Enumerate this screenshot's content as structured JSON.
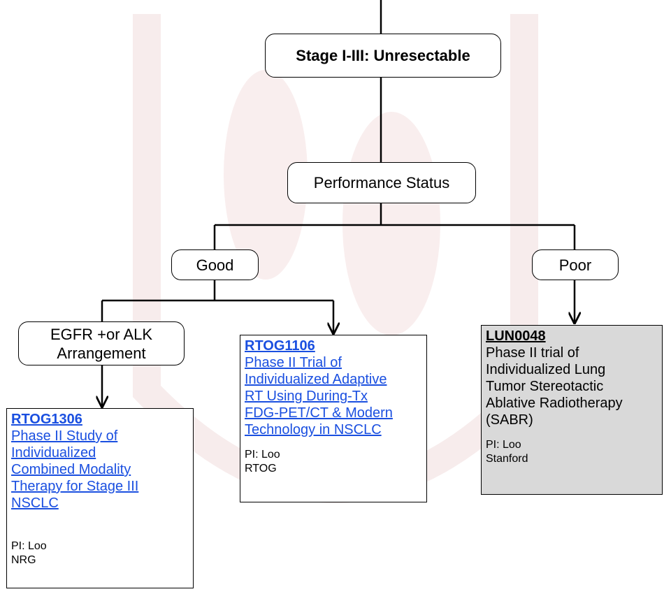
{
  "colors": {
    "line": "#000000",
    "link": "#1a4fe0",
    "grey_box": "#d9d9d9",
    "watermark": "#f7ecec"
  },
  "nodes": {
    "stage": "Stage I-III: Unresectable",
    "performance": "Performance Status",
    "good": "Good",
    "poor": "Poor",
    "egfr_line1": "EGFR +or ALK",
    "egfr_line2": "Arrangement"
  },
  "trials": {
    "rtog1306": {
      "code": "RTOG1306",
      "title_lines": [
        "Phase II Study of",
        "Individualized",
        "Combined Modality",
        "Therapy for Stage III",
        "NSCLC"
      ],
      "pi": "PI: Loo",
      "group": "NRG"
    },
    "rtog1106": {
      "code": "RTOG1106",
      "title_lines": [
        "Phase II Trial of",
        "Individualized Adaptive",
        "RT Using During-Tx",
        "FDG-PET/CT & Modern",
        "Technology in NSCLC"
      ],
      "pi": "PI: Loo",
      "group": "RTOG"
    },
    "lun0048": {
      "code": "LUN0048",
      "title_lines": [
        "Phase II trial of",
        "Individualized Lung",
        "Tumor Stereotactic",
        "Ablative Radiotherapy",
        "(SABR)"
      ],
      "pi": "PI: Loo",
      "group": "Stanford"
    }
  }
}
